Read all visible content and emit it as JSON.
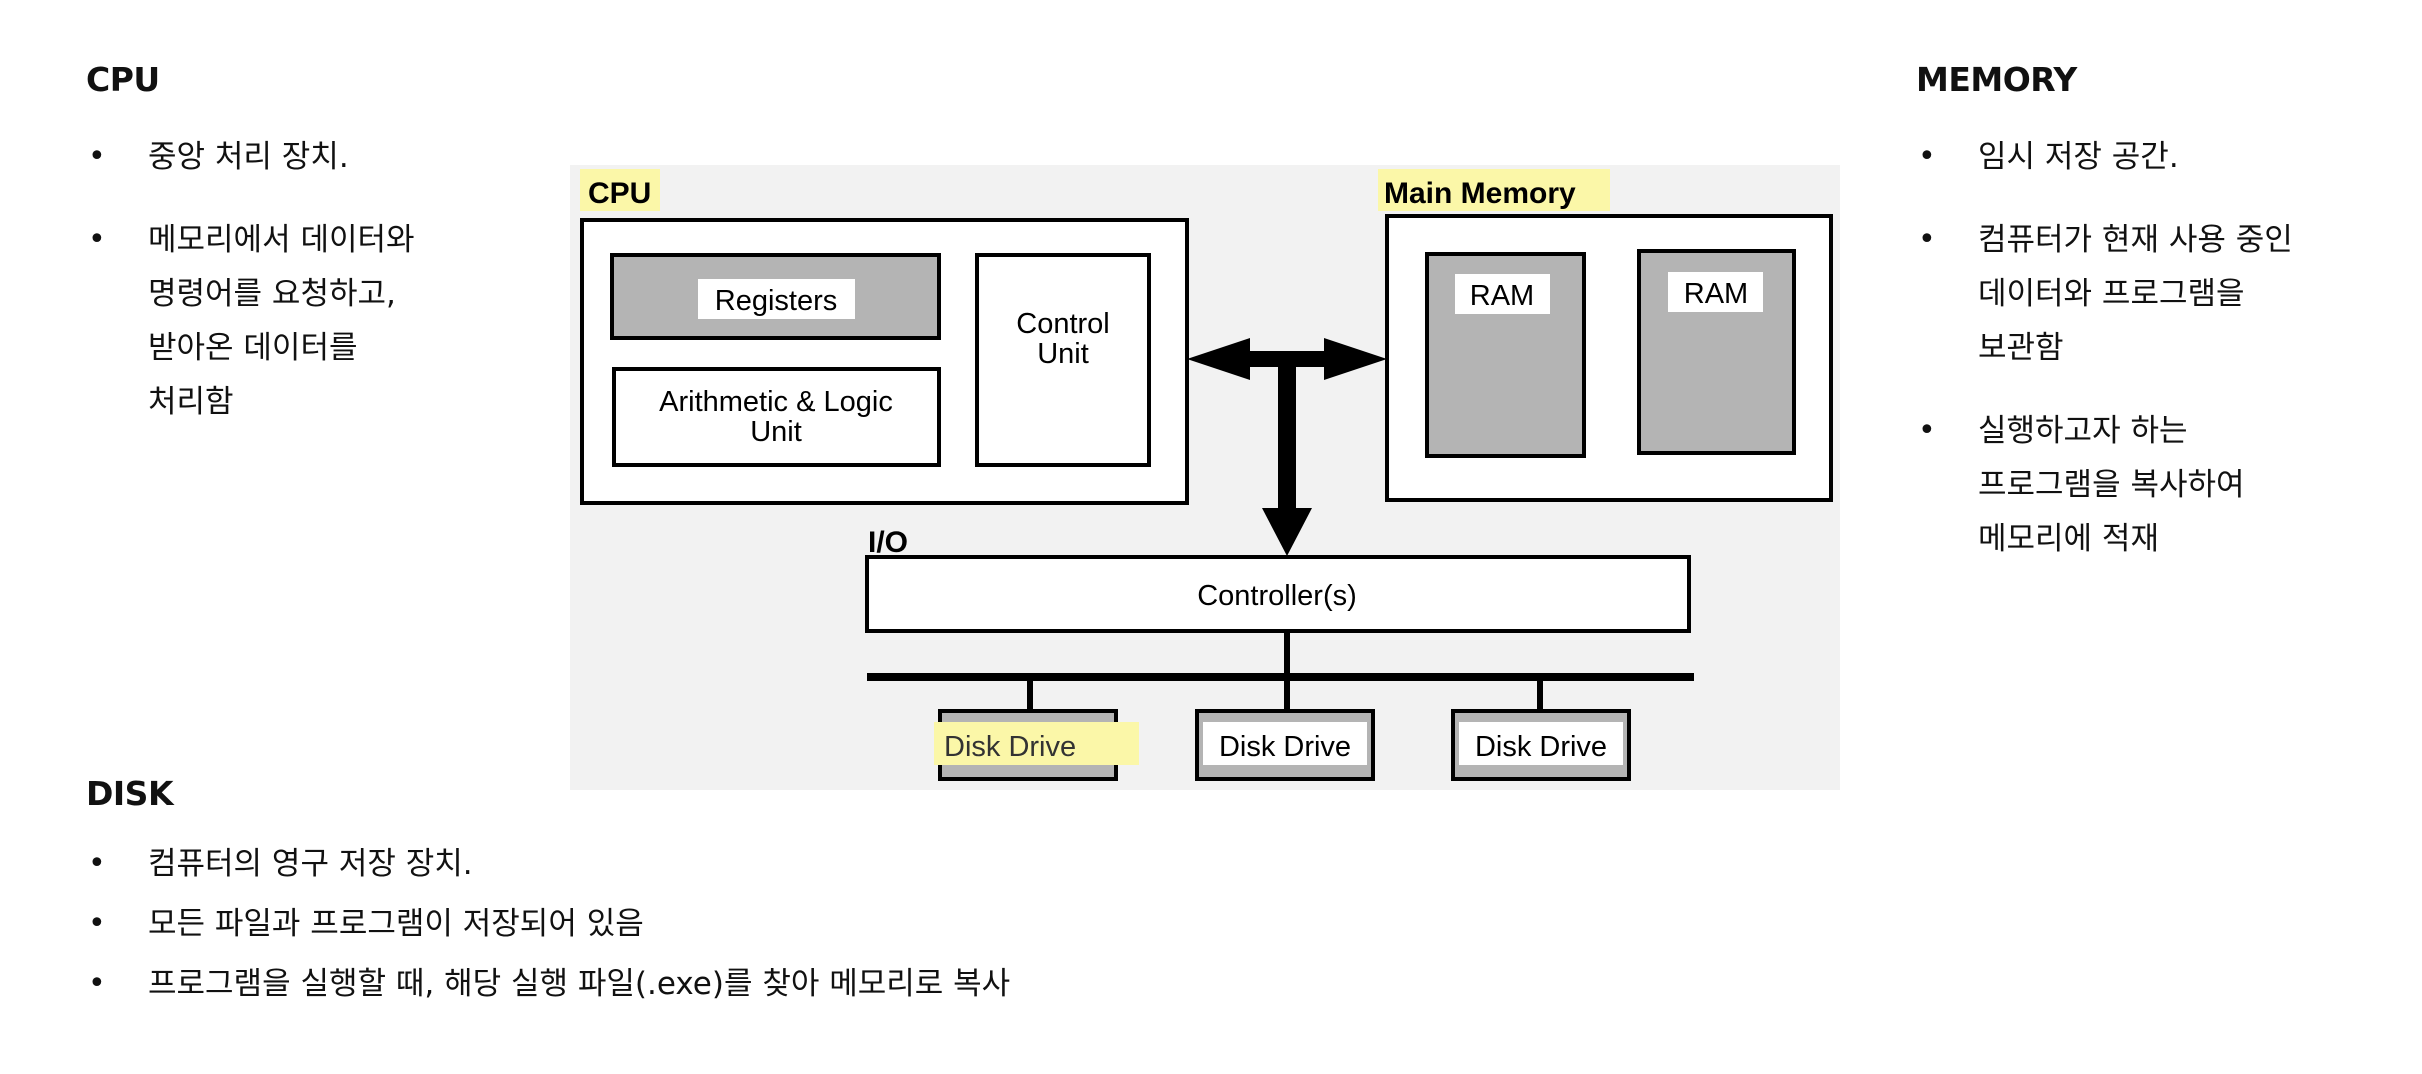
{
  "cpu_section": {
    "title": "CPU",
    "bullets": [
      "중앙 처리 장치.",
      "메모리에서 데이터와\n명령어를 요청하고,\n받아온 데이터를\n처리함"
    ]
  },
  "memory_section": {
    "title": "MEMORY",
    "bullets": [
      "임시 저장 공간.",
      "컴퓨터가 현재 사용 중인\n데이터와 프로그램을\n보관함",
      "실행하고자 하는\n프로그램을 복사하여\n메모리에 적재"
    ]
  },
  "disk_section": {
    "title": "DISK",
    "bullets": [
      "컴퓨터의 영구 저장 장치.",
      "모든 파일과 프로그램이 저장되어 있음",
      "프로그램을 실행할 때, 해당 실행 파일(.exe)를 찾아 메모리로 복사"
    ]
  },
  "diagram": {
    "cpu_label": "CPU",
    "registers": "Registers",
    "alu_line1": "Arithmetic & Logic",
    "alu_line2": "Unit",
    "control_line1": "Control",
    "control_line2": "Unit",
    "memory_label": "Main Memory",
    "ram1": "RAM",
    "ram2": "RAM",
    "io_label": "I/O",
    "controller": "Controller(s)",
    "disk1": "Disk Drive",
    "disk2": "Disk Drive",
    "disk3": "Disk Drive",
    "colors": {
      "highlight": "#fbf7a8",
      "diagram_bg": "#f2f2f2",
      "box_gray": "#b4b4b4",
      "stroke": "#000000"
    }
  }
}
